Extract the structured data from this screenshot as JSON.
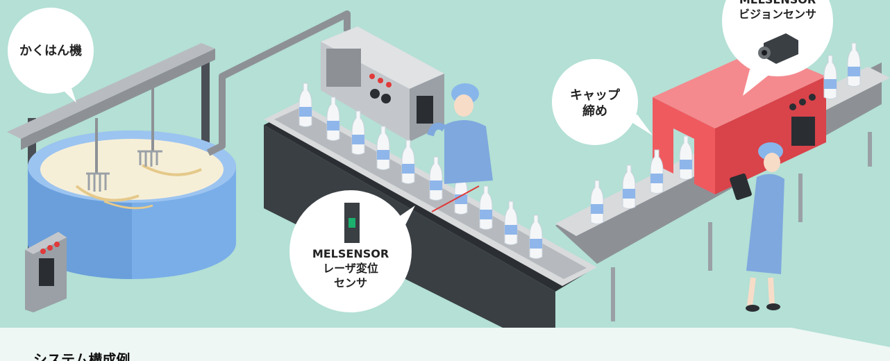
{
  "callouts": {
    "mixer": "かくはん機",
    "capping_line1": "キャップ",
    "capping_line2": "締め",
    "laser_line1": "MELSENSOR",
    "laser_line2": "レーザ変位",
    "laser_line3": "センサ",
    "vision_line1": "MELSENSOR",
    "vision_line2": "ビジョンセンサ"
  },
  "caption": "システム構成例",
  "colors": {
    "background": "#b4e0d5",
    "caption_band": "#eef7f4",
    "tank": "#7aaee8",
    "vision_booth": "#ef5a5f"
  }
}
